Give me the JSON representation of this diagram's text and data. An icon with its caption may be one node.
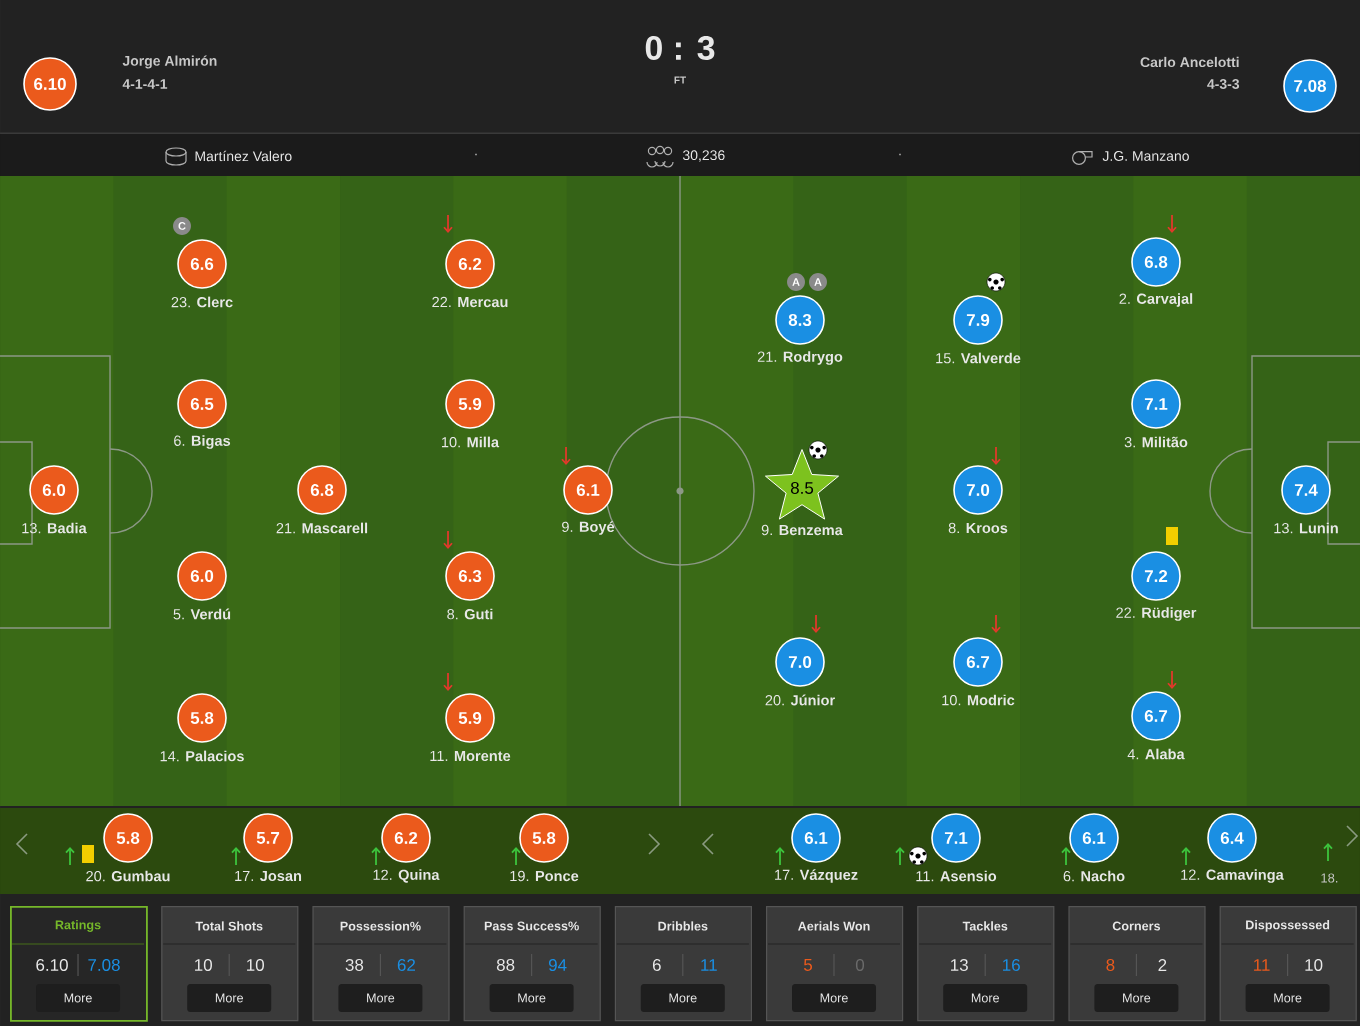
{
  "diagram": {
    "nodes": [
      {
        "text": [
          "6.10"
        ]
      },
      {
        "text": [
          "7.08"
        ]
      },
      {
        "text": [
          "C"
        ]
      },
      {
        "text": [
          "6.6"
        ],
        "beside": [
          "23. **Clerc**"
        ]
      },
      {
        "text": [
          "6.2"
        ],
        "beside": [
          "22. **Mercau**"
        ]
      },
      {
        "text": [
          "6.5"
        ],
        "beside": [
          "6. **Bigas**"
        ]
      },
      {
        "text": [
          "5.9"
        ],
        "beside": [
          "10. **Milla**"
        ]
      },
      {
        "text": [
          "6.0"
        ],
        "beside": [
          "13. **Badia**"
        ]
      },
      {
        "text": [
          "6.8"
        ],
        "beside": [
          "21. **Mascarell**"
        ]
      },
      {
        "text": [
          "6.1"
        ],
        "beside": [
          "9. **Boyé**"
        ]
      },
      {
        "text": [
          "6.0"
        ],
        "beside": [
          "5. **Verdú**"
        ]
      },
      {
        "text": [
          "6.3"
        ],
        "beside": [
          "8. **Guti**"
        ]
      },
      {
        "text": [
          "5.8"
        ],
        "beside": [
          "14. **Palacios**"
        ]
      },
      {
        "text": [
          "5.9"
        ],
        "beside": [
          "11. **Morente**"
        ]
      },
      {
        "text": [
          "6.8"
        ],
        "beside": [
          "2. **Carvajal**"
        ]
      },
      {
        "text": [
          "A"
        ]
      },
      {
        "text": [
          "A"
        ]
      },
      {
        "text": [
          "8.3"
        ],
        "beside": [
          "21. **Rodrygo**"
        ]
      },
      {
        "text": [
          "7.9"
        ],
        "beside": [
          "15. **Valverde**"
        ]
      },
      {
        "text": [
          "7.1"
        ],
        "beside": [
          "3. **Militão**"
        ]
      },
      {
        "text": [
          "8.5"
        ],
        "beside": [
          "9. **Benzema**"
        ]
      },
      {
        "text": [
          "7.0"
        ],
        "beside": [
          "8. **Kroos**"
        ]
      },
      {
        "text": [
          "7.4"
        ],
        "beside": [
          "13. **Lunin**"
        ]
      },
      {
        "text": [
          "7.2"
        ],
        "beside": [
          "22. **Rüdiger**"
        ]
      },
      {
        "text": [
          "7.0"
        ],
        "beside": [
          "20. **Júnior**"
        ]
      },
      {
        "text": [
          "6.7"
        ],
        "beside": [
          "10. **Modric**"
        ]
      },
      {
        "text": [
          "6.7"
        ],
        "beside": [
          "4. **Alaba**"
        ]
      },
      {
        "text": [
          "5.8"
        ],
        "beside": [
          "20. **Gumbau**"
        ]
      },
      {
        "text": [
          "5.7"
        ],
        "beside": [
          "17. **Josan**"
        ]
      },
      {
        "text": [
          "6.2"
        ],
        "beside": [
          "12. **Quina**"
        ]
      },
      {
        "text": [
          "5.8"
        ],
        "beside": [
          "19. **Ponce**"
        ]
      },
      {
        "text": [
          "6.1"
        ],
        "beside": [
          "17. **Vázquez**"
        ]
      },
      {
        "text": [
          "7.1"
        ],
        "beside": [
          "11. **Asensio**"
        ]
      },
      {
        "text": [
          "6.1"
        ],
        "beside": [
          "6. **Nacho**"
        ]
      },
      {
        "text": [
          "6.4"
        ],
        "beside": [
          "12. **Camavinga**"
        ]
      },
      {
        "text": [
          "Ratings",
          "6.10",
          "7.08"
        ]
      },
      {
        "text": [
          "More"
        ],
        "in": 35
      },
      {
        "text": [
          "Total Shots",
          "10",
          "10"
        ]
      },
      {
        "text": [
          "More"
        ],
        "in": 37
      },
      {
        "text": [
          "Possession%",
          "38",
          "62"
        ]
      },
      {
        "text": [
          "More"
        ],
        "in": 39
      },
      {
        "text": [
          "Pass Success%",
          "88",
          "94"
        ]
      },
      {
        "text": [
          "More"
        ],
        "in": 41
      },
      {
        "text": [
          "Dribbles",
          "6",
          "11"
        ]
      },
      {
        "text": [
          "More"
        ],
        "in": 43
      },
      {
        "text": [
          "Aerials Won",
          "5",
          "0"
        ]
      },
      {
        "text": [
          "More"
        ],
        "in": 45
      },
      {
        "text": [
          "Tackles",
          "13",
          "16"
        ]
      },
      {
        "text": [
          "More"
        ],
        "in": 47
      },
      {
        "text": [
          "Corners",
          "8",
          "2"
        ]
      },
      {
        "text": [
          "More"
        ],
        "in": 49
      },
      {
        "text": [
          "Dispossessed",
          "11",
          "10"
        ]
      },
      {
        "text": [
          "More"
        ],
        "in": 51
      }
    ],
    "labels": [
      "Jorge Almirón",
      "4-1-4-1",
      "0 : 3",
      "FT",
      "Carlo Ancelotti",
      "4-3-3",
      "Martínez Valero",
      "·",
      "30,236",
      "·",
      "J.G. Manzano",
      "18."
    ]
  }
}
